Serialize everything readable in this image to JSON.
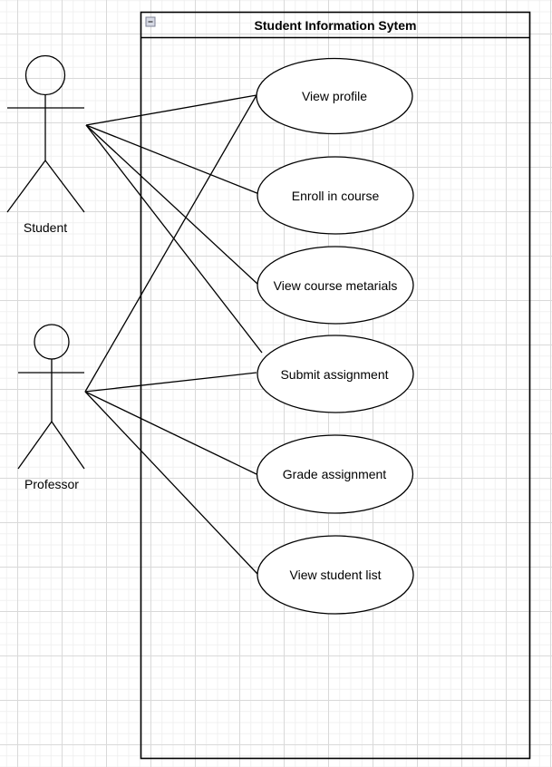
{
  "system": {
    "title": "Student Information Sytem",
    "collapse_icon": "minus-square-icon"
  },
  "actors": [
    {
      "id": "student",
      "label": "Student"
    },
    {
      "id": "professor",
      "label": "Professor"
    }
  ],
  "use_cases": [
    {
      "id": "uc1",
      "label": "View profile"
    },
    {
      "id": "uc2",
      "label": "Enroll in course"
    },
    {
      "id": "uc3",
      "label": "View course metarials"
    },
    {
      "id": "uc4",
      "label": "Submit assignment"
    },
    {
      "id": "uc5",
      "label": "Grade assignment"
    },
    {
      "id": "uc6",
      "label": "View student list"
    }
  ],
  "associations": [
    {
      "from": "student",
      "to": "uc1"
    },
    {
      "from": "student",
      "to": "uc2"
    },
    {
      "from": "student",
      "to": "uc3"
    },
    {
      "from": "student",
      "to": "uc4"
    },
    {
      "from": "professor",
      "to": "uc1"
    },
    {
      "from": "professor",
      "to": "uc4"
    },
    {
      "from": "professor",
      "to": "uc5"
    },
    {
      "from": "professor",
      "to": "uc6"
    }
  ]
}
